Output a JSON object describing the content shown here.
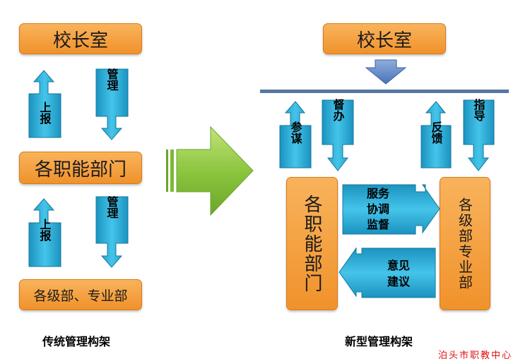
{
  "left": {
    "top_box": "校长室",
    "middle_box": "各职能部门",
    "bottom_box": "各级部、专业部",
    "upper_up_arrow": "上报",
    "upper_down_arrow": "管理",
    "lower_up_arrow": "上报",
    "lower_down_arrow": "管理",
    "caption": "传统管理构架"
  },
  "right": {
    "top_box": "校长室",
    "arrow_canmou": "参谋",
    "arrow_duban": "督办",
    "arrow_fankui": "反馈",
    "arrow_zhidao": "指导",
    "functional_box": "各职能部门",
    "grade_box": "各级部专业部",
    "arrow_right_lines": [
      "服务",
      "协调",
      "监督"
    ],
    "arrow_left_lines": [
      "意见",
      "建议"
    ],
    "caption": "新型管理构架"
  },
  "watermark": "泊头市职教中心",
  "colors": {
    "box_orange": "#f0922b",
    "arrow_blue": "#2aa6cf",
    "big_arrow_green": "#8cc63f",
    "bar_blue": "#5577a0",
    "watermark_red": "#e01010"
  }
}
